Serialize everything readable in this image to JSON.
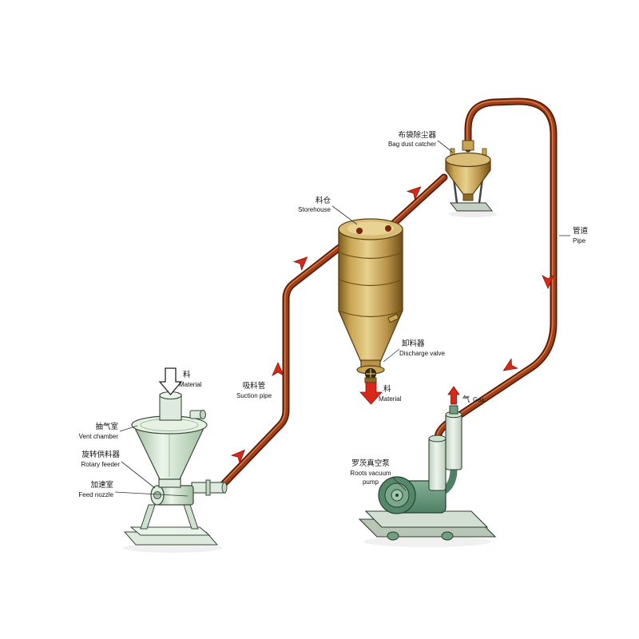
{
  "labels": {
    "material_in": {
      "zh": "料",
      "en": "Material"
    },
    "vent_chamber": {
      "zh": "抽气室",
      "en": "Vent chamber"
    },
    "rotary_feeder": {
      "zh": "旋转供料器",
      "en": "Rotary feeder"
    },
    "feed_nozzle": {
      "zh": "加速室",
      "en": "Feed nozzle"
    },
    "suction_pipe": {
      "zh": "吸料管",
      "en": "Suction pipe"
    },
    "storehouse": {
      "zh": "料仓",
      "en": "Storehouse"
    },
    "discharge_valve": {
      "zh": "卸料器",
      "en": "Discharge valve"
    },
    "material_out": {
      "zh": "料",
      "en": "Material"
    },
    "bag_dust_catcher": {
      "zh": "布袋除尘器",
      "en": "Bag dust catcher"
    },
    "pipe": {
      "zh": "管道",
      "en": "Pipe"
    },
    "roots_vacuum_pump": {
      "zh": "罗茨真空泵",
      "en_line1": "Roots vacuum",
      "en_line2": "pump"
    },
    "gas": {
      "zh": "气",
      "en": "Gas"
    }
  },
  "palette": {
    "pipe": "#a23f18",
    "pipe_dark": "#5a1a06",
    "pipe_highlight": "#cf7a46",
    "flow_arrow": "#d8281a",
    "silo_gold": "#c7a552",
    "feeder_green": "#dfeadf",
    "pump_green": "#6f9f7f",
    "background": "#ffffff"
  }
}
